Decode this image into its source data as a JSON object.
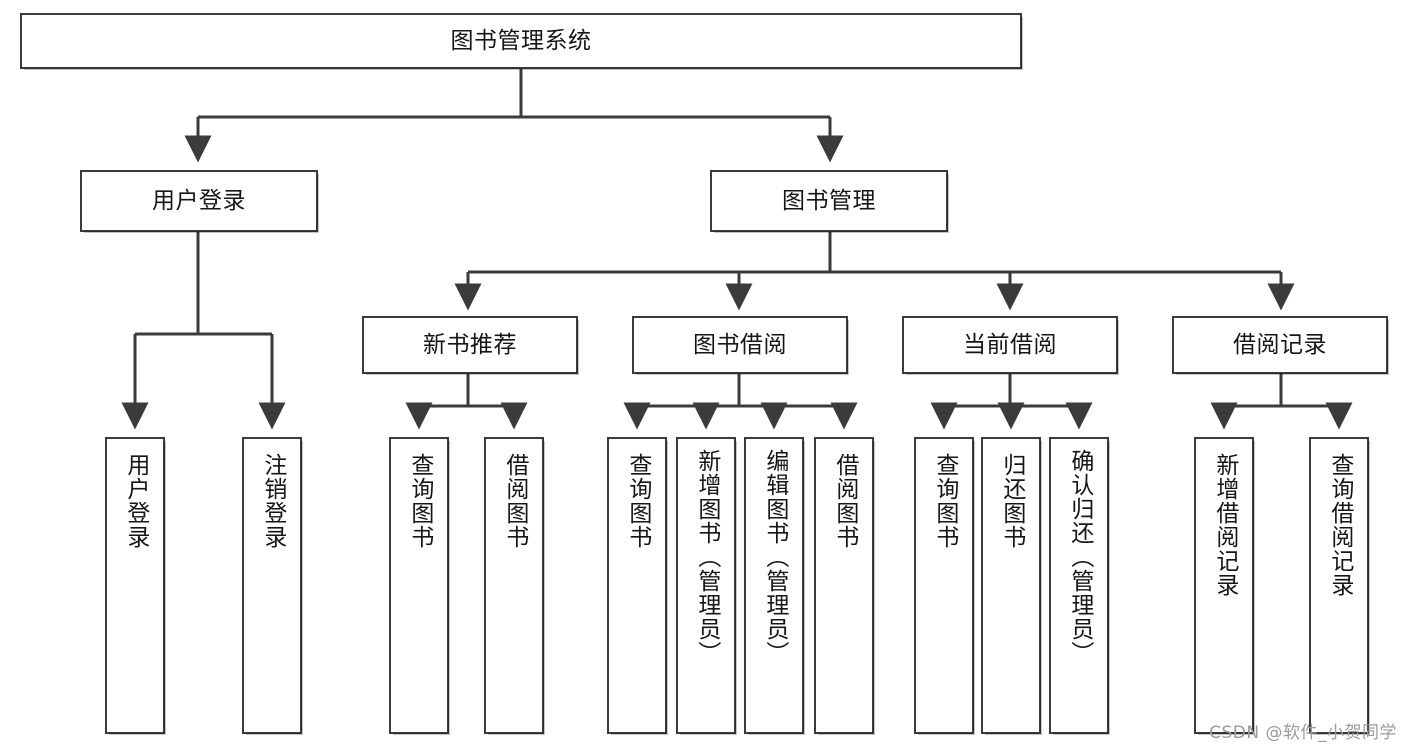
{
  "diagram": {
    "title": "图书管理系统",
    "type": "tree",
    "watermark": "CSDN @软件_小贺同学",
    "colors": {
      "box_border": "#3b3b3b",
      "box_fill": "#ffffff",
      "connector": "#3b3b3b",
      "text": "#161616",
      "watermark": "#9b9b9b"
    },
    "levels": {
      "root": {
        "label": "图书管理系统"
      },
      "level2": [
        {
          "label": "用户登录"
        },
        {
          "label": "图书管理"
        }
      ],
      "level3": [
        {
          "label": "新书推荐"
        },
        {
          "label": "图书借阅"
        },
        {
          "label": "当前借阅"
        },
        {
          "label": "借阅记录"
        }
      ],
      "leaves": {
        "user_login": [
          {
            "label": "用户登录"
          },
          {
            "label": "注销登录"
          }
        ],
        "new_book_recommend": [
          {
            "label": "查询图书"
          },
          {
            "label": "借阅图书"
          }
        ],
        "book_borrow": [
          {
            "label": "查询图书"
          },
          {
            "label": "新增图书（管理员）"
          },
          {
            "label": "编辑图书（管理员）"
          },
          {
            "label": "借阅图书"
          }
        ],
        "current_borrow": [
          {
            "label": "查询图书"
          },
          {
            "label": "归还图书"
          },
          {
            "label": "确认归还（管理员）"
          }
        ],
        "borrow_records": [
          {
            "label": "新增借阅记录"
          },
          {
            "label": "查询借阅记录"
          }
        ]
      }
    }
  }
}
